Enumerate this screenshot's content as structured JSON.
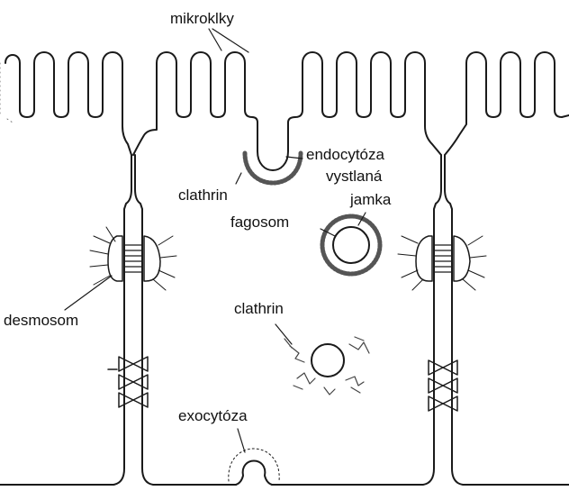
{
  "labels": {
    "microvilli": "mikroklky",
    "endocytosis": "endocytóza",
    "coated_pit_line1": "vystlaná",
    "coated_pit_line2": "jamka",
    "clathrin_top": "clathrin",
    "phagosome": "fagosom",
    "desmosome": "desmosom",
    "clathrin_bottom": "clathrin",
    "exocytosis": "exocytóza"
  },
  "colors": {
    "line": "#1a1a1a",
    "background": "#ffffff"
  }
}
